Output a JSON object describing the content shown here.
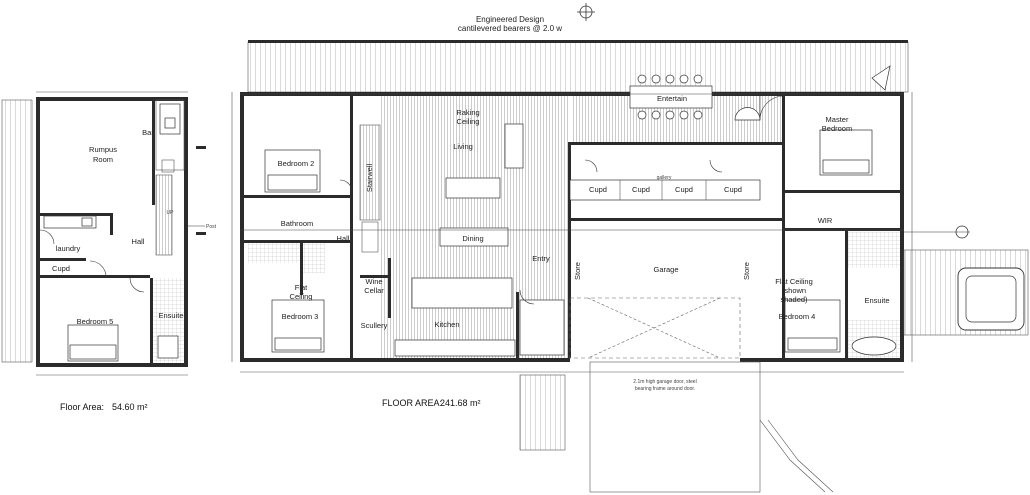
{
  "header": {
    "line1": "Engineered Design",
    "line2": "cantilevered bearers @ 2.0 w"
  },
  "upper_floor": {
    "area_label": "Floor Area:",
    "area_value": "54.60 m²",
    "rooms": {
      "rumpus": [
        "Rumpus",
        "Room"
      ],
      "bar": "Bar",
      "laundry": "laundry",
      "hall": "Hall",
      "cupd": "Cupd",
      "bedroom5": "Bedroom 5",
      "ensuite": "Ensuite",
      "post": "Post",
      "up": "UP"
    }
  },
  "main_floor": {
    "area_label": "FLOOR AREA:",
    "area_value": "241.68 m²",
    "rooms": {
      "entertain": "Entertain",
      "master": [
        "Master",
        "Bedroom"
      ],
      "raking": [
        "Raking",
        "Ceiling"
      ],
      "living": "Living",
      "bedroom2": "Bedroom 2",
      "stairwell": "Stairwell",
      "bathroom": "Bathroom",
      "hall": "Hall",
      "dining": "Dining",
      "entry": "Entry",
      "cupd1": "Cupd",
      "cupd2": "Cupd",
      "cupd3": "Cupd",
      "cupd4": "Cupd",
      "gallery": "gallery",
      "wir": "WIR",
      "garage": "Garage",
      "store1": "Store",
      "store2": "Store",
      "flat_ceiling": [
        "Flat",
        "Ceiling"
      ],
      "bedroom3": "Bedroom 3",
      "wine_cellar": [
        "Wine",
        "Cellar"
      ],
      "scullery": "Scullery",
      "kitchen": "Kitchen",
      "flat_ceiling_shaded": [
        "Flat Ceiling",
        "(shown",
        "shaded)"
      ],
      "bedroom4": "Bedroom 4",
      "ensuite": "Ensuite"
    },
    "notes": {
      "garage_door": [
        "2.1m high garage door, steel",
        "bearing frame around door."
      ]
    }
  }
}
